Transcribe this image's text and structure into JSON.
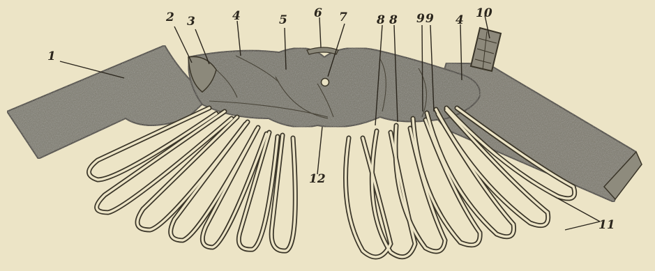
{
  "figure": {
    "labels": {
      "l1": "1",
      "l2": "2",
      "l3": "3",
      "l4a": "4",
      "l5": "5",
      "l6": "6",
      "l7": "7",
      "l8a": "8",
      "l8b": "8",
      "l9a": "9",
      "l9b": "9",
      "l4b": "4",
      "l10": "10",
      "l11": "11",
      "l12": "12"
    }
  }
}
